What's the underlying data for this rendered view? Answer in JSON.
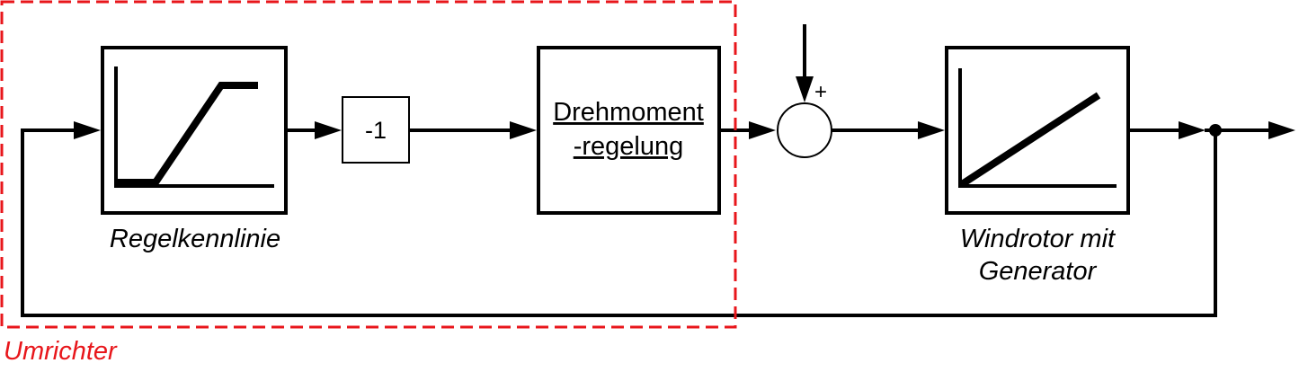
{
  "colors": {
    "line": "#000000",
    "converter_boundary": "#e8161b",
    "background": "#ffffff"
  },
  "blocks": {
    "characteristic": {
      "label": "Regelkennlinie"
    },
    "gain": {
      "text": "-1"
    },
    "torque_control": {
      "text_line1": "Drehmoment",
      "text_line2": "-regelung"
    },
    "rotor": {
      "label_line1": "Windrotor mit",
      "label_line2": "Generator"
    }
  },
  "summing_junction": {
    "sign": "+"
  },
  "converter": {
    "label": "Umrichter"
  }
}
